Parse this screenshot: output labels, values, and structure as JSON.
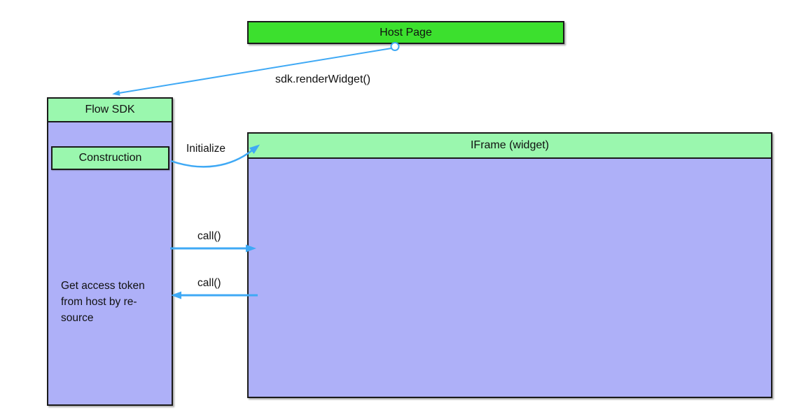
{
  "diagram": {
    "nodes": {
      "host_page": {
        "label": "Host Page"
      },
      "flow_sdk": {
        "header": "Flow SDK",
        "note_line1": "Get access token",
        "note_line2": "from host by re-",
        "note_line3": "source"
      },
      "construction": {
        "label": "Construction"
      },
      "iframe_widget": {
        "header": "IFrame (widget)"
      }
    },
    "edges": {
      "render_widget": {
        "label": "sdk.renderWidget()",
        "from": "Host Page",
        "to": "Flow SDK"
      },
      "initialize": {
        "label": "Initialize",
        "from": "Construction",
        "to": "IFrame (widget)"
      },
      "call_to_iframe": {
        "label": "call()",
        "from": "Flow SDK",
        "to": "IFrame (widget)"
      },
      "call_to_sdk": {
        "label": "call()",
        "from": "IFrame (widget)",
        "to": "Flow SDK"
      }
    },
    "colors": {
      "host_green": "#3ce02e",
      "header_green": "#9af7ae",
      "body_lavender": "#aeb0f8",
      "arrow_blue": "#3fa9f5",
      "border_dark": "#1a1a1a"
    }
  }
}
